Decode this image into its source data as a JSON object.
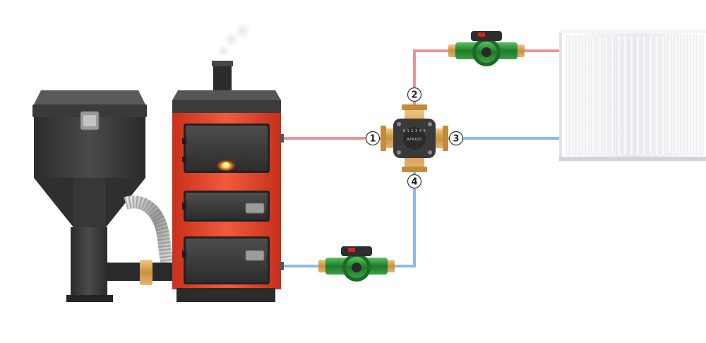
{
  "markers": [
    {
      "id": "1",
      "text": "1"
    },
    {
      "id": "2",
      "text": "2"
    },
    {
      "id": "3",
      "text": "3"
    },
    {
      "id": "4",
      "text": "4"
    }
  ],
  "valve": {
    "brand_text": "AFRISO",
    "scale_text": "0 1 2 3 4 5"
  },
  "colors": {
    "hot_pipe": "#f07d85",
    "cold_pipe": "#7db3f0",
    "boiler_body": "#e8442c",
    "dark_metal": "#3c3c3c",
    "pump_green": "#2e8f3a",
    "valve_brass": "#d4a35c"
  },
  "icons": [
    "pellet-hopper-icon",
    "boiler-icon",
    "chimney-icon",
    "flame-icon",
    "circulation-pump-icon",
    "mixing-valve-icon",
    "radiator-icon",
    "smoke-icon"
  ]
}
